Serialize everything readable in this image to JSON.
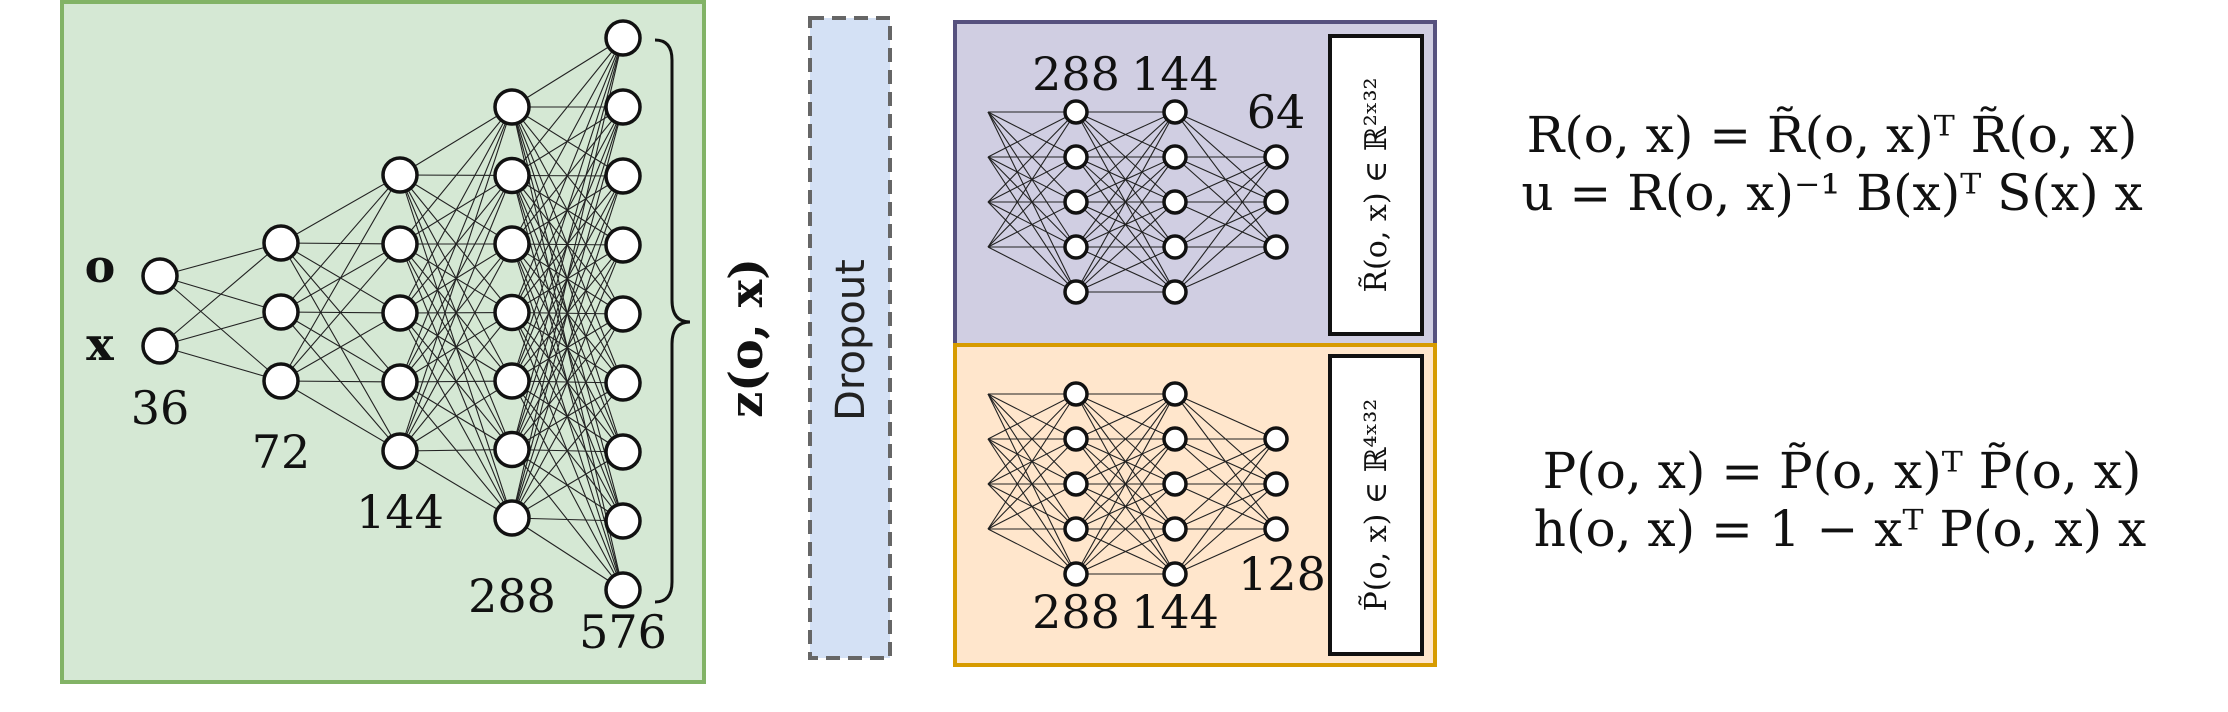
{
  "colors": {
    "encoder_fill": "#d5e8d4",
    "encoder_stroke": "#82b366",
    "dropout_fill": "#d4e1f5",
    "dropout_stroke": "#666666",
    "r_head_fill": "#d0cee2",
    "r_head_stroke": "#56517e",
    "p_head_fill": "#ffe6cc",
    "p_head_stroke": "#d79b00"
  },
  "encoder": {
    "inputs": [
      "o",
      "x"
    ],
    "layer_sizes": [
      "36",
      "72",
      "144",
      "288",
      "576"
    ]
  },
  "latent_label": "z(o, x)",
  "dropout_label": "Dropout",
  "r_head": {
    "layer_sizes": [
      "288",
      "144",
      "64"
    ],
    "output_label": "R̃(o, x) ∈ ℝ²ˣ³²"
  },
  "p_head": {
    "layer_sizes": [
      "288",
      "144",
      "128"
    ],
    "output_label": "P̃(o, x) ∈ ℝ⁴ˣ³²"
  },
  "equations": {
    "r_def": "R(o, x) = R̃(o, x)ᵀ R̃(o, x)",
    "u_def": "u = R(o, x)⁻¹ B(x)ᵀ S(x) x",
    "p_def": "P(o, x) = P̃(o, x)ᵀ P̃(o, x)",
    "h_def": "h(o, x) = 1 − xᵀ P(o, x) x"
  }
}
